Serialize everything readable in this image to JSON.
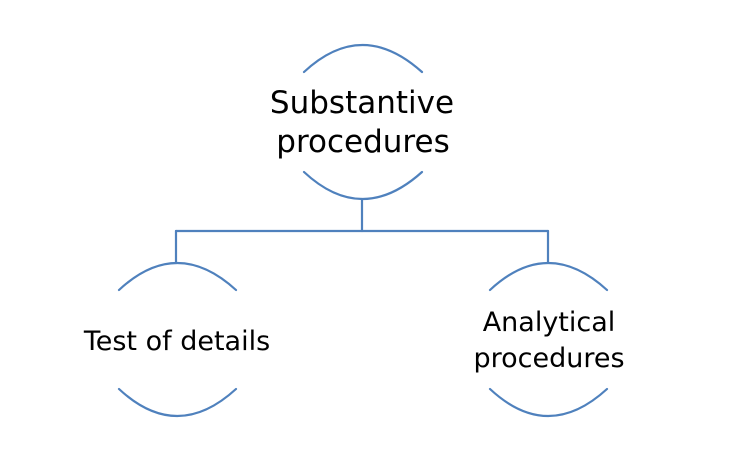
{
  "diagram": {
    "type": "hierarchy",
    "stroke_color": "#4F81BD",
    "text_color": "#000000",
    "root": {
      "id": "substantive-procedures",
      "lines": [
        "Substantive",
        "procedures"
      ]
    },
    "children": [
      {
        "id": "test-of-details",
        "lines": [
          "Test of details"
        ]
      },
      {
        "id": "analytical-procedures",
        "lines": [
          "Analytical",
          "procedures"
        ]
      }
    ],
    "edges": [
      {
        "from": "substantive-procedures",
        "to": "test-of-details"
      },
      {
        "from": "substantive-procedures",
        "to": "analytical-procedures"
      }
    ]
  }
}
